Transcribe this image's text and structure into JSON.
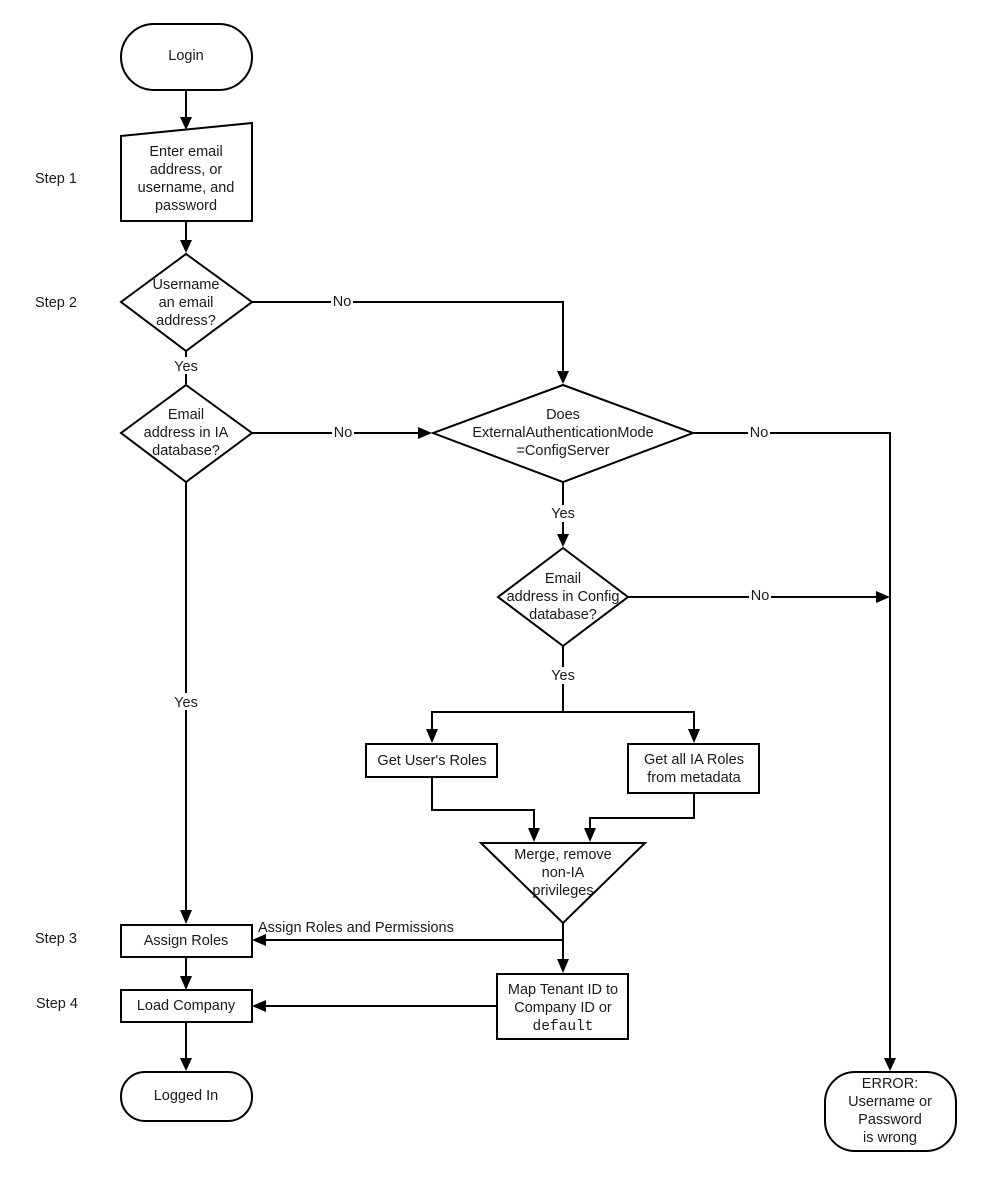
{
  "steps": {
    "step1": "Step 1",
    "step2": "Step 2",
    "step3": "Step 3",
    "step4": "Step 4"
  },
  "nodes": {
    "login": [
      "Login"
    ],
    "enter_credentials": [
      "Enter email",
      "address, or",
      "username, and",
      "password"
    ],
    "username_is_email": [
      "Username",
      "an email",
      "address?"
    ],
    "email_in_ia_db": [
      "Email",
      "address in IA",
      "database?"
    ],
    "external_auth_mode": [
      "Does",
      "ExternalAuthenticationMode",
      "=ConfigServer"
    ],
    "email_in_config_db": [
      "Email",
      "address in Config",
      "database?"
    ],
    "get_user_roles": [
      "Get User's Roles"
    ],
    "get_all_ia_roles": [
      "Get all IA Roles",
      "from metadata"
    ],
    "merge": [
      "Merge, remove",
      "non-IA",
      "privileges"
    ],
    "assign_roles": [
      "Assign Roles"
    ],
    "load_company": [
      "Load Company"
    ],
    "map_tenant": [
      "Map Tenant ID to",
      "Company ID or"
    ],
    "map_tenant_code": "default",
    "logged_in": [
      "Logged In"
    ],
    "error": [
      "ERROR:",
      "Username or",
      "Password",
      "is wrong"
    ]
  },
  "edge_labels": {
    "step2_no": "No",
    "step2_yes": "Yes",
    "ia_db_no": "No",
    "ia_db_yes": "Yes",
    "ext_auth_no": "No",
    "ext_auth_yes": "Yes",
    "config_db_no": "No",
    "config_db_yes": "Yes",
    "assign_roles_perms": "Assign Roles and Permissions"
  }
}
